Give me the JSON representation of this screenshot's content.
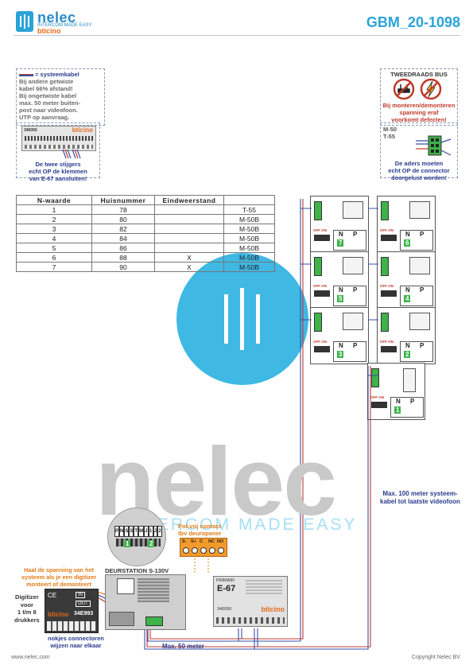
{
  "header": {
    "brand": "nelec",
    "brand_sub": "INTERCOM MADE EASY",
    "brand_partner": "bticino",
    "doc_code": "GBM_20-1098"
  },
  "note_cable": {
    "title": "= systeemkabel",
    "line1": "Bij andere getwiste",
    "line2": "kabel 66% afstand!",
    "line3": "Bij ongetwiste kabel",
    "line4": "max. 50 meter buiten-",
    "line5": "post naar videofoon.",
    "line6": "UTP op aanvraag."
  },
  "note_wires": {
    "device_code": "346050",
    "device_brand": "bticino",
    "line1": "De twee stijgers",
    "line2": "echt OP de klemmen",
    "line3": "van E-67 aansluiten!"
  },
  "note_bus": {
    "title": "TWEEDRAADS BUS",
    "line1": "Bij monteren/demonteren",
    "line2": "spanning eraf",
    "line3": "voorkomt defecten!"
  },
  "note_connector": {
    "model1": "M-50",
    "model2": "T-55",
    "line1": "De aders moeten",
    "line2": "echt OP de connector",
    "line3": "doorgelust worden!"
  },
  "table": {
    "headers": [
      "N-waarde",
      "Huisnummer",
      "Eindweerstand",
      ""
    ],
    "rows": [
      [
        "1",
        "78",
        "",
        "T-55"
      ],
      [
        "2",
        "80",
        "",
        "M-50B"
      ],
      [
        "3",
        "82",
        "",
        "M-50B"
      ],
      [
        "4",
        "84",
        "",
        "M-50B"
      ],
      [
        "5",
        "86",
        "",
        "M-50B"
      ],
      [
        "6",
        "88",
        "X",
        "M-50B"
      ],
      [
        "7",
        "90",
        "X",
        "M-50B"
      ]
    ]
  },
  "units": {
    "unit_labels": [
      "7",
      "6",
      "5",
      "4",
      "3",
      "2",
      "1"
    ],
    "np_n": "N",
    "np_p": "P",
    "off_on": "OFF ON"
  },
  "cable_note": {
    "line1": "Max. 100 meter systeem-",
    "line2": "kabel tot laatste videofoon"
  },
  "door_station": {
    "terminals": [
      "P",
      "N",
      "S",
      "S",
      "T",
      "M",
      "J",
      "1",
      "J",
      "2"
    ],
    "badge_left": "1",
    "badge_right": "2",
    "title": "DEURSTATION S-130V",
    "contact_line1": "Pot.vrij contact",
    "contact_line2": "tbv deuropener",
    "contact_terminals": [
      "S-",
      "S+",
      "C",
      "NC",
      "NO"
    ]
  },
  "digitizer": {
    "warn1": "Haal de spanning van het",
    "warn2": "systeem als je een digitizer",
    "warn3": "monteert of demonteert",
    "label1": "Digitizer",
    "label2": "voor",
    "label3": "1 t/m 8",
    "label4": "drukkers",
    "model": "34E993",
    "brand": "bticino",
    "in_label": "IN",
    "out_label": "OUT",
    "note1": "nokjes connectoren",
    "note2": "wijzen naar elkaar"
  },
  "power_unit": {
    "primary": "PRIMAIR",
    "model": "E-67",
    "code": "346050",
    "brand": "bticino"
  },
  "distance_note": "Max. 50 meter",
  "watermark": {
    "word": "nelec",
    "tagline": "INTERCOM MADE EASY"
  },
  "footer": {
    "website": "www.nelec.com",
    "copyright": "Copyright Nelec BV"
  },
  "colors": {
    "accent_blue": "#2aa3d8",
    "navy": "#2a3b8f",
    "orange": "#e37b16",
    "green": "#3db34a",
    "bus_red": "#c0392b",
    "bus_blue": "#3a4fa8"
  }
}
